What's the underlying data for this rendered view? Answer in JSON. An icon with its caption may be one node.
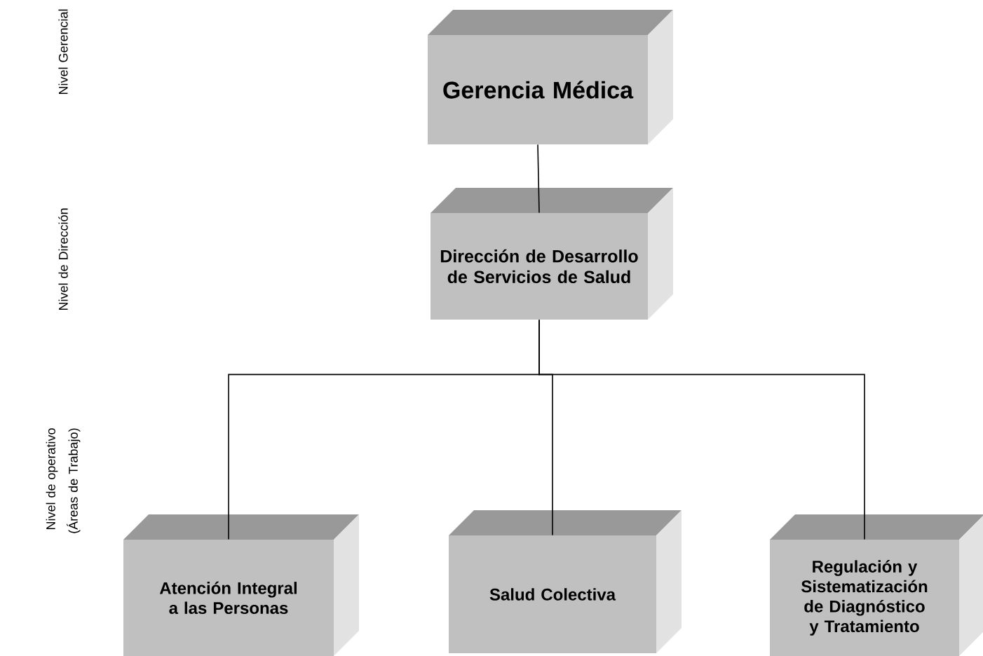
{
  "diagram": {
    "nodes": [
      {
        "text": [
          "Gerencia Médica"
        ]
      },
      {
        "text": [
          "Dirección de Desarrollo de Servicios de Salud"
        ]
      },
      {
        "text": [
          "Atención Integral a las Personas"
        ]
      },
      {
        "text": [
          "Salud Colectiva"
        ]
      },
      {
        "text": [
          "Regulación y Sistematización de Diagnóstico y Tratamiento"
        ]
      }
    ],
    "edges": [
      {
        "from": 0,
        "to": 1,
        "arrow": "none"
      },
      {
        "from": 1,
        "to": 2,
        "arrow": "none"
      },
      {
        "from": 1,
        "to": 3,
        "arrow": "none"
      },
      {
        "from": 1,
        "to": 4,
        "arrow": "none"
      }
    ],
    "labels": [
      "Nivel Gerencial",
      "Nivel de Dirección",
      "Nivel de operativo (Áreas de Trabajo)"
    ]
  }
}
